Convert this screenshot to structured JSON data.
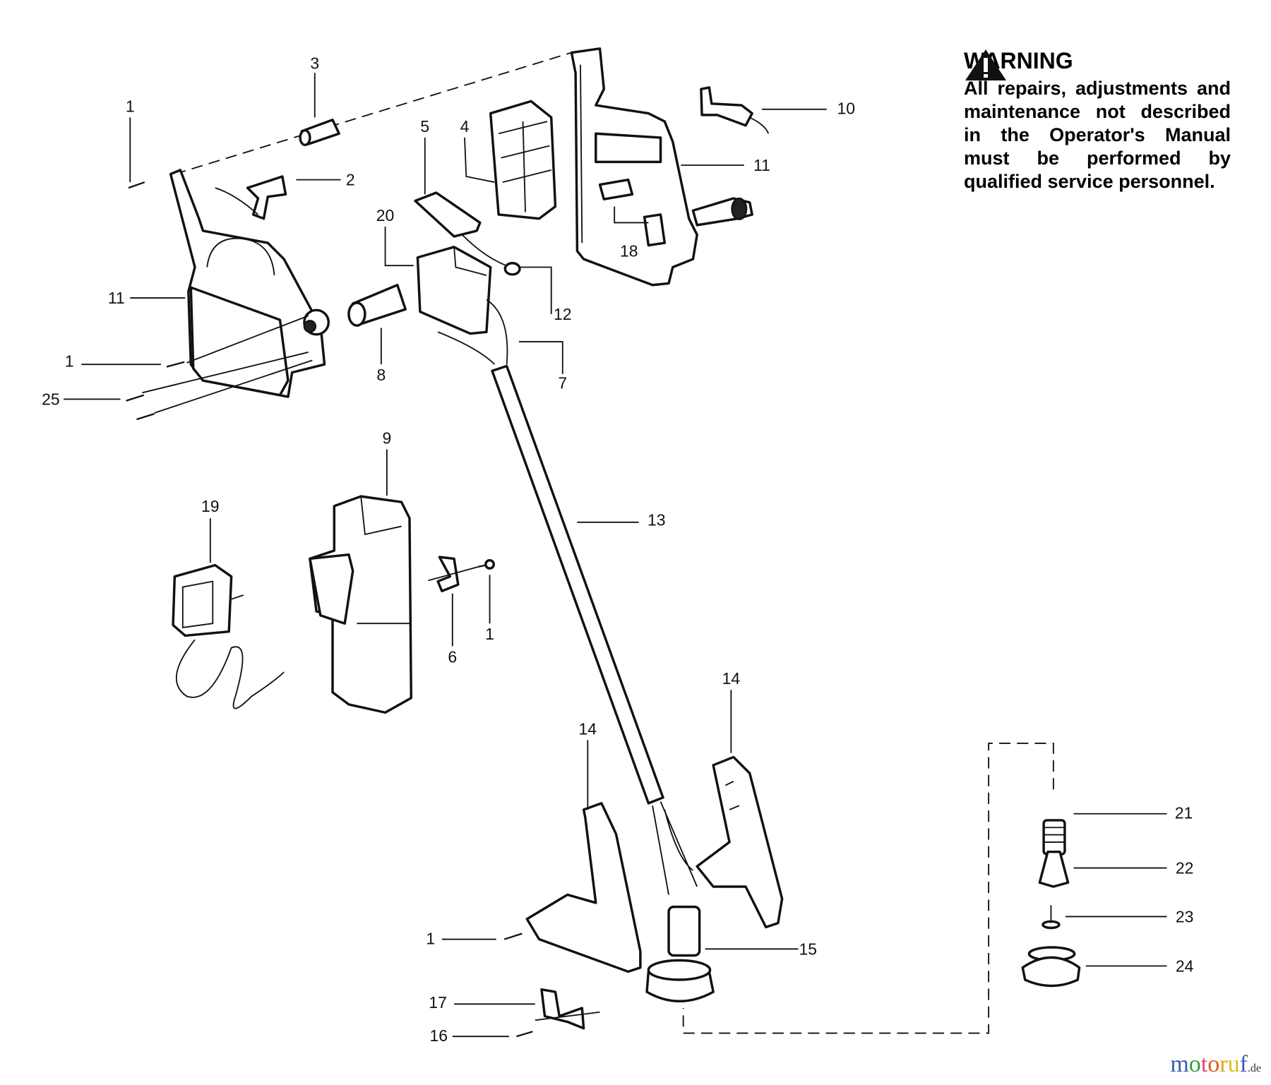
{
  "warning": {
    "icon": "warning-triangle-icon",
    "title": "WARNING",
    "text": "All repairs, adjustments and maintenance not described in the Operator's Manual must be performed by qualified service personnel."
  },
  "callouts": [
    "1",
    "3",
    "2",
    "5",
    "4",
    "20",
    "11",
    "1",
    "25",
    "8",
    "12",
    "7",
    "10",
    "11",
    "18",
    "9",
    "19",
    "6",
    "1",
    "13",
    "14",
    "14",
    "1",
    "15",
    "17",
    "16",
    "21",
    "22",
    "23",
    "24"
  ],
  "watermark": {
    "text": "motoruf",
    "suffix": ".de",
    "colors": [
      "#3a5db0",
      "#3a9a3a",
      "#e0457b",
      "#e05a1a",
      "#e8a317",
      "#d4c21a"
    ]
  }
}
